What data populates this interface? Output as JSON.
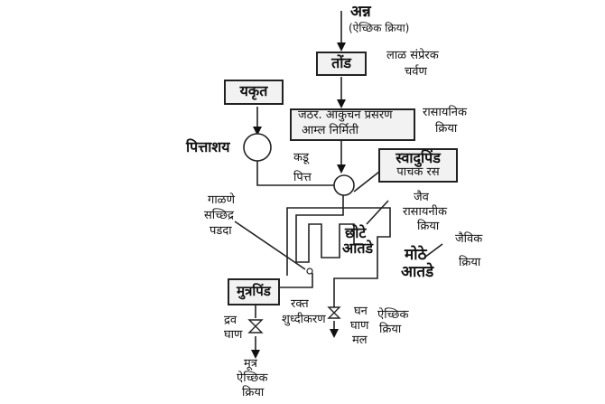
{
  "labels": {
    "food": "अन्न",
    "voluntary_action": "(ऐच्छिक क्रिया)",
    "mouth": "तोंड",
    "saliva": "लाळ संप्रेरक",
    "chewing": "चर्वण",
    "liver": "यकृत",
    "stomach_line1": "जठर. आकुंचन प्रसरण",
    "stomach_line2": "आम्ल निर्मिती",
    "chemical_line1": "रासायनिक",
    "chemical_line2": "क्रिया",
    "gall_bladder": "पित्ताशय",
    "bitter": "कडू",
    "bile": "पित्त",
    "pancreas": "स्वादुपिंड",
    "digestive_juice": "पाचक रस",
    "filter_line1": "गाळणे",
    "filter_line2": "सच्छिद्र",
    "filter_line3": "पडदा",
    "bio_line1": "जैव",
    "bio_line2": "रासायनीक",
    "bio_line3": "क्रिया",
    "small_intestine_line1": "छोटे",
    "small_intestine_line2": "आतडे",
    "biological_line1": "जैविक",
    "biological_line2": "क्रिया",
    "large_intestine_line1": "मोठे",
    "large_intestine_line2": "आतडे",
    "kidney": "मुत्रपिंड",
    "blood_line1": "रक्त",
    "blood_line2": "शुध्दीकरण",
    "solid_line1": "घन",
    "solid_line2": "घाण",
    "solid_line3": "मल",
    "voluntary2_line1": "ऐच्छिक",
    "voluntary2_line2": "क्रिया",
    "liquid_line1": "द्रव",
    "liquid_line2": "घाण",
    "urine_line1": "मूत्र",
    "urine_line2": "ऐच्छिक",
    "urine_line3": "क्रिया"
  }
}
